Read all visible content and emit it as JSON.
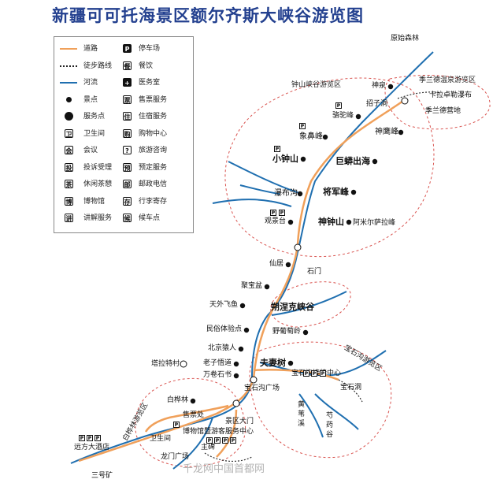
{
  "title": "新疆可可托海景区额尔齐斯大峡谷游览图",
  "legend": {
    "left": [
      {
        "icon": "road-line",
        "label": "道路"
      },
      {
        "icon": "trail-line",
        "label": "徒步路线"
      },
      {
        "icon": "river-line",
        "label": "河流"
      },
      {
        "icon": "dot",
        "label": "景点"
      },
      {
        "icon": "service-point",
        "label": "服务点"
      },
      {
        "icon": "restroom",
        "label": "卫生间"
      },
      {
        "icon": "meeting",
        "label": "会议"
      },
      {
        "icon": "complaint",
        "label": "投诉受理"
      },
      {
        "icon": "teahouse",
        "label": "休闲茶憩"
      },
      {
        "icon": "museum",
        "label": "博物馆"
      },
      {
        "icon": "guide",
        "label": "讲解服务"
      }
    ],
    "right": [
      {
        "icon": "P",
        "label": "停车场"
      },
      {
        "icon": "dining",
        "label": "餐饮"
      },
      {
        "icon": "medical",
        "label": "医务室"
      },
      {
        "icon": "ticket",
        "label": "售票服务"
      },
      {
        "icon": "lodging",
        "label": "住宿服务"
      },
      {
        "icon": "shopping",
        "label": "购物中心"
      },
      {
        "icon": "?",
        "label": "旅游咨询"
      },
      {
        "icon": "booking",
        "label": "预定服务"
      },
      {
        "icon": "post",
        "label": "邮政电信"
      },
      {
        "icon": "luggage",
        "label": "行李寄存"
      },
      {
        "icon": "waiting",
        "label": "候车点"
      }
    ]
  },
  "areas": {
    "zhongshan": "钟山峡谷游览区",
    "jilande": "季兰德温泉游览区",
    "baoshi": "宝石沟游览区",
    "baihualin": "白桦林游览区"
  },
  "places": {
    "yuanshi": "原始森林",
    "kalazhuo": "卡拉卓勒瀑布",
    "jilande_camp": "季兰德营地",
    "shenquan": "神泉",
    "zhaozidong": "招子洞",
    "luotuofeng": "骆驼峰",
    "shenyingfeng": "神鹰峰",
    "xiangbifeng": "象鼻峰",
    "xiaozhongshan": "小钟山",
    "jumang": "巨蟒出海",
    "pubugou": "瀑布沟",
    "jiangjunfeng": "将军峰",
    "guanjingtai": "观景台",
    "shenzhongshan": "神钟山",
    "amier": "阿米尔萨拉峰",
    "xianju": "仙居",
    "shimen": "石门",
    "jubaopen": "聚宝盆",
    "tianwai": "天外飞鱼",
    "shuonie": "朔涅克峡谷",
    "minsu": "民俗体验点",
    "yeputao": "野葡萄岭",
    "beijing": "北京猿人",
    "laozi": "老子悟道",
    "fuqishu": "夫妻树",
    "wanjuan": "万卷石书",
    "talate": "塔拉特村",
    "baoshigou_center": "宝石沟接待中心",
    "baoshidong": "宝石洞",
    "baoshigou_square": "宝石沟广场",
    "baihualin": "白桦林",
    "shoupiao": "售票处",
    "damen": "景区大门",
    "bowuguan": "博物馆暨游客服务中心",
    "huangyou": "黄\n苇\n溪",
    "shaoyao": "芍\n药\n谷",
    "weishengjian": "卫生间",
    "yuanfang": "远方大酒店",
    "longmen": "龙门广场",
    "zhubei": "主碑",
    "sanhaokuang": "三号矿"
  },
  "watermark": "千龙网中国首都网"
}
